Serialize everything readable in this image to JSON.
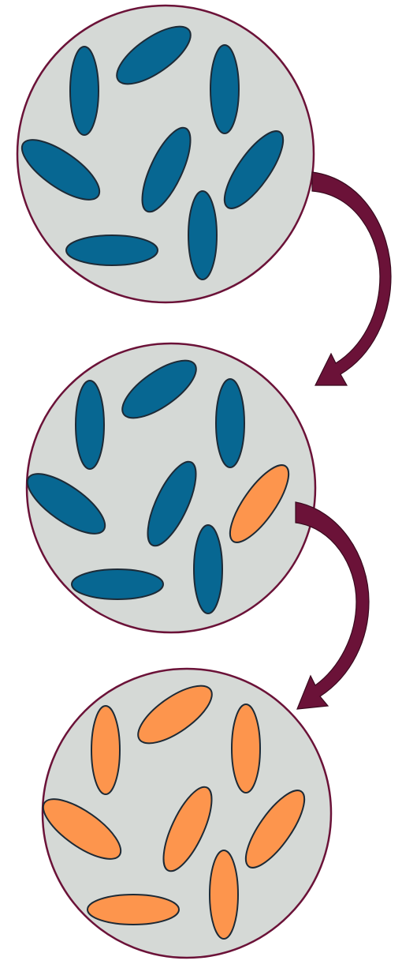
{
  "colors": {
    "background": "#ffffff",
    "circle_fill": "#d5d9d6",
    "circle_stroke": "#6b1238",
    "ellipse_stroke": "#1d2a36",
    "blue": "#076792",
    "orange": "#fd954d",
    "arrow": "#6b1238"
  },
  "stages": [
    {
      "stage": 1,
      "orange_count": 0,
      "blue_count": 8,
      "changed_ellipse_indices": []
    },
    {
      "stage": 2,
      "orange_count": 1,
      "blue_count": 7,
      "changed_ellipse_indices": [
        5
      ]
    },
    {
      "stage": 3,
      "orange_count": 8,
      "blue_count": 0,
      "changed_ellipse_indices": [
        0,
        1,
        2,
        3,
        4,
        5,
        6,
        7
      ]
    }
  ],
  "arrows": [
    {
      "from_stage": 1,
      "to_stage": 2,
      "icon": "curved-arrow-icon"
    },
    {
      "from_stage": 2,
      "to_stage": 3,
      "icon": "curved-arrow-icon"
    }
  ]
}
